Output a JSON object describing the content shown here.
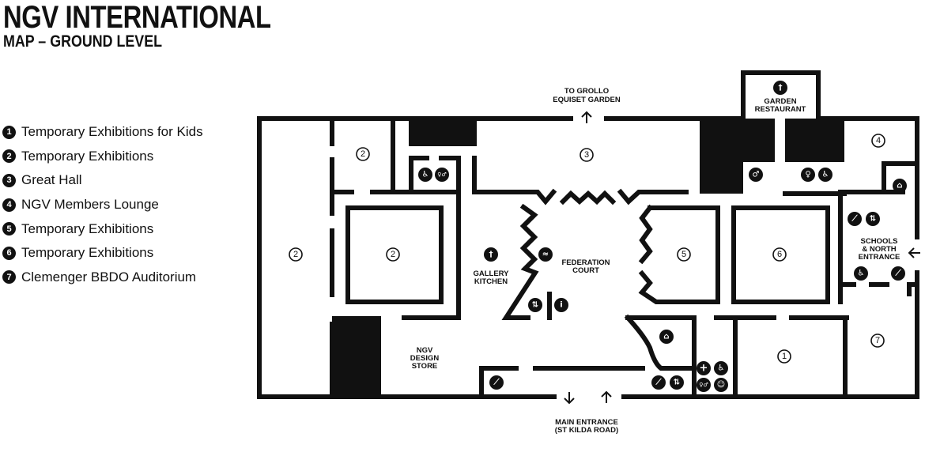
{
  "header": {
    "title": "NGV INTERNATIONAL",
    "subtitle": "MAP – GROUND LEVEL"
  },
  "legend": [
    {
      "num": "1",
      "label": "Temporary Exhibitions for Kids"
    },
    {
      "num": "2",
      "label": "Temporary Exhibitions"
    },
    {
      "num": "3",
      "label": "Great Hall"
    },
    {
      "num": "4",
      "label": "NGV Members Lounge"
    },
    {
      "num": "5",
      "label": "Temporary Exhibitions"
    },
    {
      "num": "6",
      "label": "Temporary Exhibitions"
    },
    {
      "num": "7",
      "label": "Clemenger BBDO Auditorium"
    }
  ],
  "map": {
    "labels": {
      "grollo_1": "TO GROLLO",
      "grollo_2": "EQUISET GARDEN",
      "restaurant_1": "GARDEN",
      "restaurant_2": "RESTAURANT",
      "schools_1": "SCHOOLS",
      "schools_2": "& NORTH",
      "schools_3": "ENTRANCE",
      "kitchen_1": "GALLERY",
      "kitchen_2": "KITCHEN",
      "court_1": "FEDERATION",
      "court_2": "COURT",
      "store_1": "NGV",
      "store_2": "DESIGN",
      "store_3": "STORE",
      "main_1": "MAIN ENTRANCE",
      "main_2": "(ST KILDA ROAD)"
    },
    "room_numbers": {
      "r1": "1",
      "r2": "2",
      "r3": "3",
      "r4": "4",
      "r5": "5",
      "r6": "6",
      "r7": "7"
    },
    "icon_glyphs": {
      "accessible": "♿",
      "toilets": "♀♂",
      "male": "♂",
      "female": "♀",
      "dining": "†",
      "cloakroom": "⌂",
      "escalator": "⟋",
      "lift": "⇅",
      "info": "i",
      "first_aid": "+",
      "baby_change": "☺",
      "travelator": "≈"
    }
  }
}
